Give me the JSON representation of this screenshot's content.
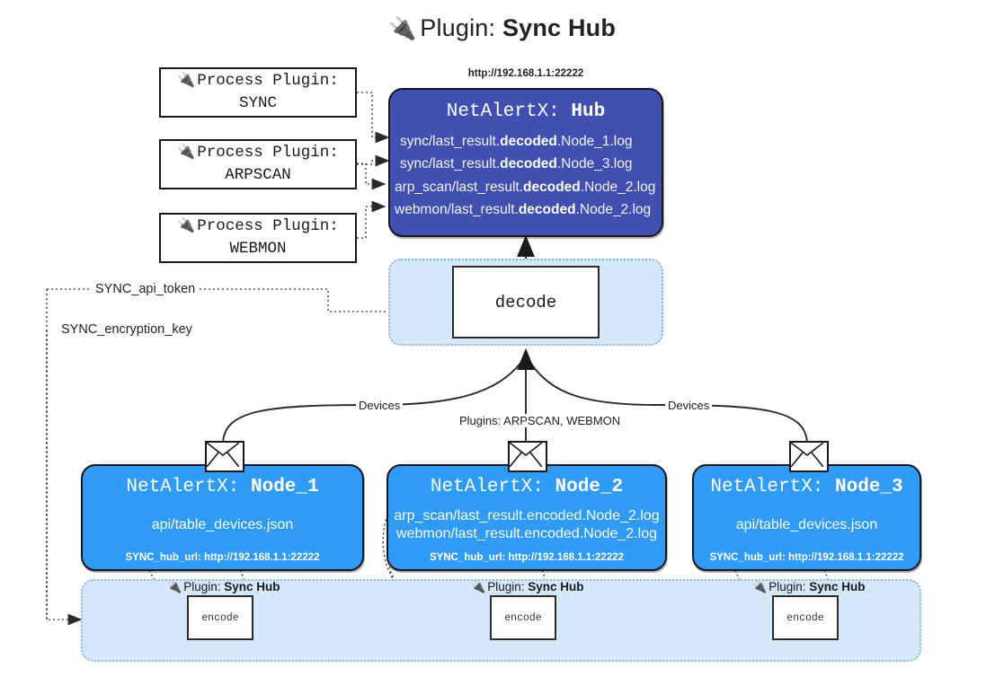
{
  "page": {
    "title_prefix": "Plugin:",
    "title_strong": "Sync Hub",
    "plug_icon": "plug-icon",
    "colors": {
      "hub_purple": "#4150b0",
      "node_blue": "#2f9bf4",
      "container_light_blue": "#d4e8fa",
      "container_border": "#8fb7d8",
      "stroke": "#15151b",
      "page_background": "#ffffff"
    }
  },
  "process_plugins": [
    {
      "label": "Process Plugin:",
      "name": "SYNC"
    },
    {
      "label": "Process Plugin:",
      "name": "ARPSCAN"
    },
    {
      "label": "Process Plugin:",
      "name": "WEBMON"
    }
  ],
  "hub": {
    "url_caption": "http://192.168.1.1:22222",
    "title_prefix": "NetAlertX:",
    "title_strong": "Hub",
    "logs": [
      {
        "pre": "sync/last_result.",
        "bold": "decoded",
        "post": ".Node_1.log"
      },
      {
        "pre": "sync/last_result.",
        "bold": "decoded",
        "post": ".Node_3.log"
      },
      {
        "pre": "arp_scan/last_result.",
        "bold": "decoded",
        "post": ".Node_2.log"
      },
      {
        "pre": "webmon/last_result.",
        "bold": "decoded",
        "post": ".Node_2.log"
      }
    ]
  },
  "decode": {
    "box_label": "decode"
  },
  "config": {
    "api_token": "SYNC_api_token",
    "encryption_key": "SYNC_encryption_key"
  },
  "edges": {
    "devices_left": "Devices",
    "devices_right": "Devices",
    "plugins_center": "Plugins: ARPSCAN, WEBMON"
  },
  "nodes": [
    {
      "title_prefix": "NetAlertX:",
      "title_strong": "Node_1",
      "lines": [
        "api/table_devices.json"
      ],
      "hub_url": "SYNC_hub_url: http://192.168.1.1:22222"
    },
    {
      "title_prefix": "NetAlertX:",
      "title_strong": "Node_2",
      "lines": [
        "arp_scan/last_result.encoded.Node_2.log",
        "webmon/last_result.encoded.Node_2.log"
      ],
      "hub_url": "SYNC_hub_url: http://192.168.1.1:22222"
    },
    {
      "title_prefix": "NetAlertX:",
      "title_strong": "Node_3",
      "lines": [
        "api/table_devices.json"
      ],
      "hub_url": "SYNC_hub_url: http://192.168.1.1:22222"
    }
  ],
  "plugin_groups": [
    {
      "caption_prefix": "Plugin:",
      "caption_strong": "Sync Hub",
      "encode_label": "encode"
    },
    {
      "caption_prefix": "Plugin:",
      "caption_strong": "Sync Hub",
      "encode_label": "encode"
    },
    {
      "caption_prefix": "Plugin:",
      "caption_strong": "Sync Hub",
      "encode_label": "encode"
    }
  ]
}
